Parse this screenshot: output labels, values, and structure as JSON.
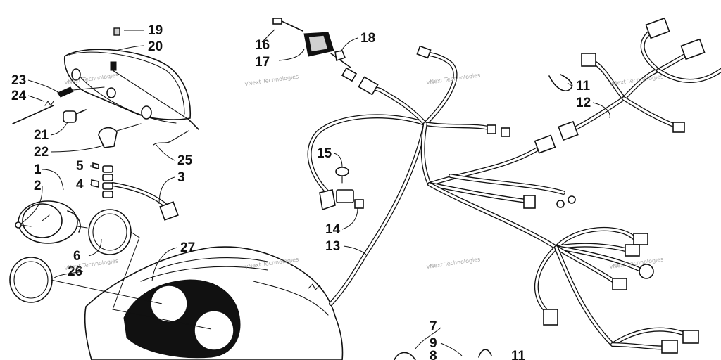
{
  "callouts": {
    "c1": "1",
    "c2": "2",
    "c3": "3",
    "c4": "4",
    "c5": "5",
    "c6": "6",
    "c7": "7",
    "c8": "8",
    "c9": "9",
    "c11a": "11",
    "c11b": "11",
    "c12": "12",
    "c13": "13",
    "c14": "14",
    "c15": "15",
    "c16": "16",
    "c17": "17",
    "c18": "18",
    "c19": "19",
    "c20": "20",
    "c21": "21",
    "c22": "22",
    "c23": "23",
    "c24": "24",
    "c25": "25",
    "c26": "26",
    "c27": "27"
  },
  "watermark": "vNext Technologies"
}
